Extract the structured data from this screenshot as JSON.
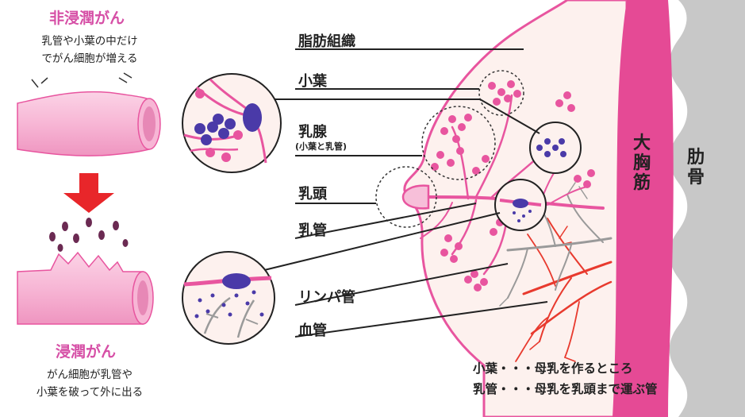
{
  "left": {
    "non_invasive_title": "非浸潤がん",
    "non_invasive_line1": "乳管や小葉の中だけ",
    "non_invasive_line2": "でがん細胞が増える",
    "invasive_title": "浸潤がん",
    "invasive_line1": "がん細胞が乳管や",
    "invasive_line2": "小葉を破って外に出る"
  },
  "labels": {
    "fat": "脂肪組織",
    "lobule": "小葉",
    "gland": "乳腺",
    "gland_sub": "(小葉と乳管)",
    "nipple": "乳頭",
    "duct": "乳管",
    "lymph": "リンパ管",
    "vessel": "血管",
    "muscle": "大胸筋",
    "rib": "肋骨"
  },
  "legend": {
    "line1": "小葉・・・母乳を作るところ",
    "line2": "乳管・・・母乳を乳頭まで運ぶ管"
  },
  "colors": {
    "pink": "#e8559f",
    "light_pink": "#f7bfd9",
    "cancer_purple": "#4a3aa8",
    "tissue": "#fdf1ee",
    "muscle": "#e54a95",
    "rib": "#c8c8c8",
    "arrow_red": "#e8262a",
    "vessel_red": "#e83a2e",
    "lymph_gray": "#9a9a9a"
  }
}
